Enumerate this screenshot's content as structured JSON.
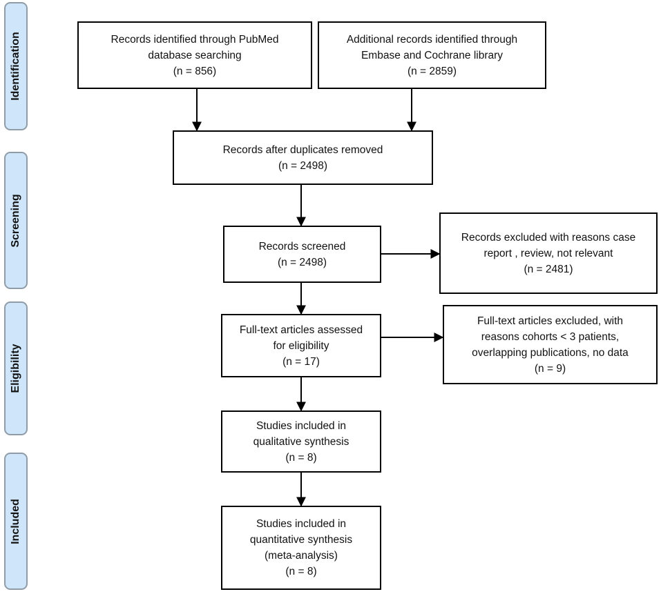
{
  "phases": {
    "identification": "Identification",
    "screening": "Screening",
    "eligibility": "Eligibility",
    "included": "Included"
  },
  "boxes": {
    "pubmed": {
      "lines": [
        "Records identified through PubMed",
        "database searching",
        "(n = 856)"
      ]
    },
    "additional": {
      "lines": [
        "Additional records identified through",
        "Embase and Cochrane library",
        "(n = 2859)"
      ]
    },
    "duplicates_removed": {
      "lines": [
        "Records after duplicates removed",
        "(n = 2498)"
      ]
    },
    "screened": {
      "lines": [
        "Records screened",
        "(n = 2498)"
      ]
    },
    "excluded_screening": {
      "lines": [
        "Records excluded with reasons case",
        "report , review, not relevant",
        "(n = 2481)"
      ]
    },
    "full_text_assessed": {
      "lines": [
        "Full-text articles assessed",
        "for eligibility",
        "(n = 17)"
      ]
    },
    "full_text_excluded": {
      "lines": [
        "Full-text articles excluded, with",
        "reasons cohorts < 3 patients,",
        "overlapping publications, no data",
        "(n = 9)"
      ]
    },
    "qualitative": {
      "lines": [
        "Studies included in",
        "qualitative synthesis",
        "(n = 8)"
      ]
    },
    "quantitative": {
      "lines": [
        "Studies included in",
        "quantitative synthesis",
        "(meta-analysis)",
        "(n = 8)"
      ]
    }
  }
}
